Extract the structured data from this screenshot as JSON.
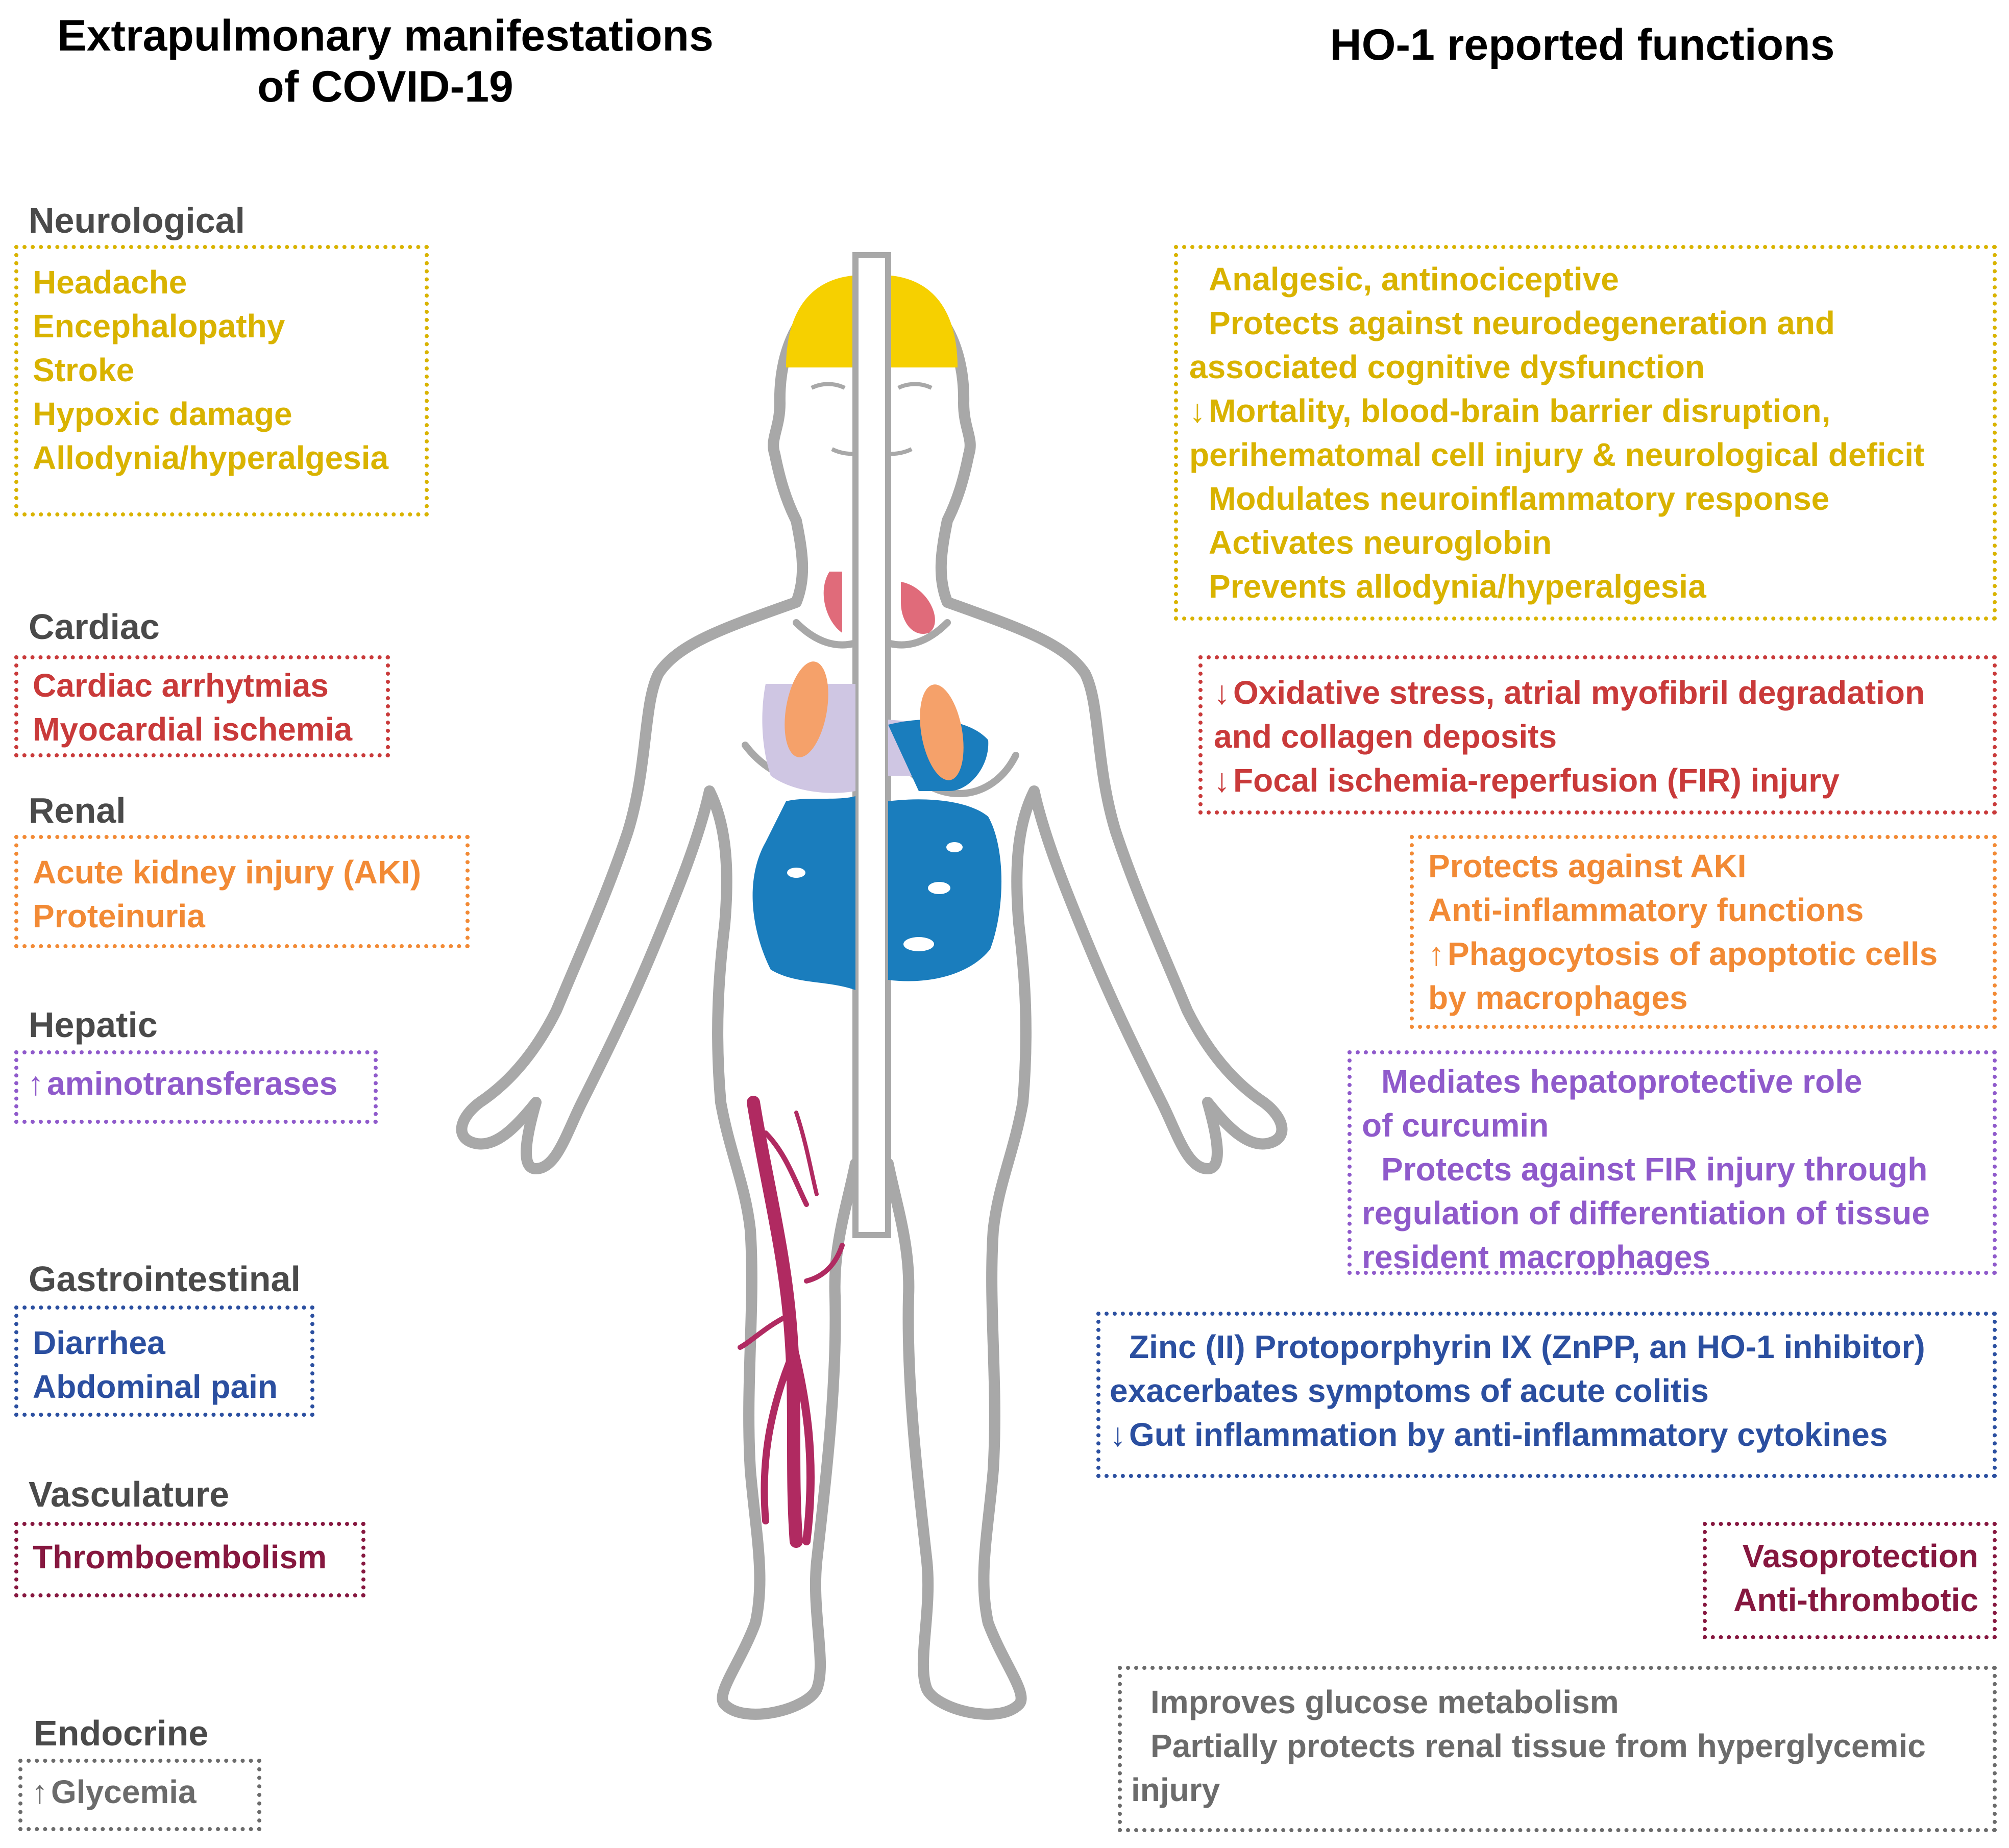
{
  "titles": {
    "left_line1": "Extrapulmonary manifestations",
    "left_line2": "of COVID-19",
    "right": "HO-1 reported functions"
  },
  "colors": {
    "neurological": "#d9b300",
    "cardiac": "#c93a3a",
    "renal": "#f28a35",
    "hepatic": "#8f5acb",
    "gastrointestinal": "#2b4fa0",
    "vasculature": "#86173f",
    "endocrine": "#6b6b6b",
    "body_outline": "#a8a8a8"
  },
  "sections": {
    "neurological": {
      "label": "Neurological",
      "manifestations": [
        "Headache",
        "Encephalopathy",
        "Stroke",
        "Hypoxic damage",
        "Allodynia/hyperalgesia"
      ],
      "functions": [
        "Analgesic, antinociceptive",
        "Protects against neurodegeneration and",
        "associated cognitive dysfunction",
        "Mortality, blood-brain barrier disruption,",
        "perihematomal cell injury & neurological deficit",
        "Modulates neuroinflammatory response",
        "Activates neuroglobin",
        "Prevents allodynia/hyperalgesia"
      ]
    },
    "cardiac": {
      "label": "Cardiac",
      "manifestations": [
        "Cardiac arrhytmias",
        "Myocardial ischemia"
      ],
      "functions": [
        "Oxidative stress, atrial myofibril degradation",
        "and collagen deposits",
        "Focal ischemia-reperfusion (FIR) injury"
      ]
    },
    "renal": {
      "label": "Renal",
      "manifestations": [
        "Acute kidney injury (AKI)",
        "Proteinuria"
      ],
      "functions": [
        "Protects against AKI",
        "Anti-inflammatory functions",
        "Phagocytosis of apoptotic cells",
        "by macrophages"
      ]
    },
    "hepatic": {
      "label": "Hepatic",
      "manifestations": [
        "aminotransferases"
      ],
      "functions": [
        "Mediates hepatoprotective role",
        "of curcumin",
        "Protects against FIR injury through",
        "regulation of differentiation of tissue",
        "resident macrophages"
      ]
    },
    "gastrointestinal": {
      "label": "Gastrointestinal",
      "manifestations": [
        "Diarrhea",
        "Abdominal pain"
      ],
      "functions": [
        "Zinc (II) Protoporphyrin IX (ZnPP, an HO-1 inhibitor)",
        "exacerbates symptoms of acute colitis",
        "Gut inflammation by anti-inflammatory cytokines"
      ]
    },
    "vasculature": {
      "label": "Vasculature",
      "manifestations": [
        "Thromboembolism"
      ],
      "functions": [
        "Vasoprotection",
        "Anti-thrombotic"
      ]
    },
    "endocrine": {
      "label": "Endocrine",
      "manifestations": [
        "Glycemia"
      ],
      "functions": [
        "Improves glucose metabolism",
        "Partially protects renal tissue from hyperglycemic",
        "injury"
      ]
    }
  },
  "arrows": {
    "up": "↑",
    "down": "↓"
  }
}
